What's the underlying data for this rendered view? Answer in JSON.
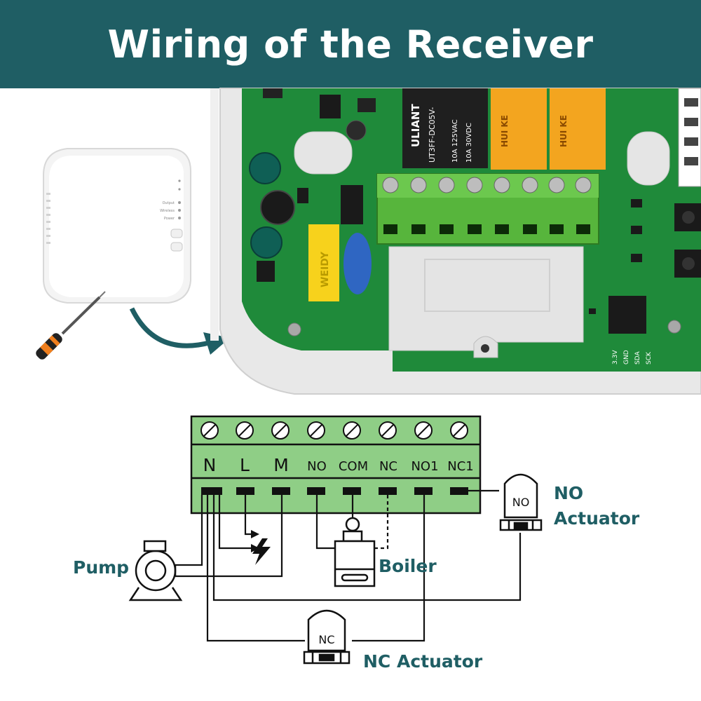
{
  "header": {
    "title": "Wiring of the Receiver"
  },
  "colors": {
    "brand": "#1f5e64",
    "terminal_green": "#8fce86",
    "pcb_green": "#1f8a3a",
    "relay_yellow": "#f3a51f"
  },
  "device": {
    "indicators": [
      "Output",
      "Wireless",
      "Power"
    ]
  },
  "pcb": {
    "relay_main_text": [
      "ULIANT",
      "UT3FF-DC05V-",
      "10A 125VAC",
      "10A 30VDC"
    ],
    "relay_small_text": [
      "HUI KE",
      "HUI KE"
    ],
    "capacitor_text": "WEIDY",
    "pin_labels": [
      "3.3V",
      "GND",
      "SDA",
      "SCK"
    ]
  },
  "terminals": [
    "N",
    "L",
    "M",
    "NO",
    "COM",
    "NC",
    "NO1",
    "NC1"
  ],
  "labels": {
    "pump": "Pump",
    "boiler": "Boiler",
    "no_actuator_line1": "NO",
    "no_actuator_line2": "Actuator",
    "nc_actuator": "NC Actuator",
    "no_cap": "NO",
    "nc_cap": "NC"
  }
}
